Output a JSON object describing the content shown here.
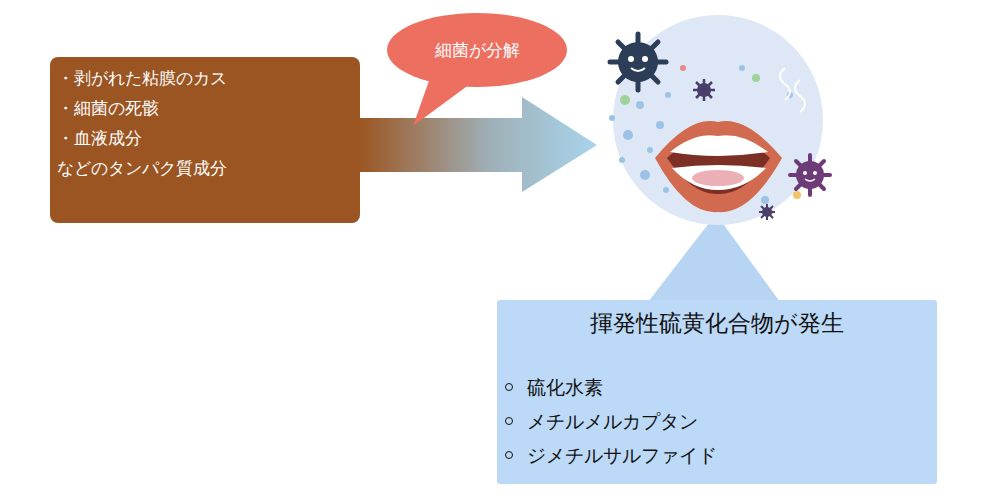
{
  "diagram": {
    "nodes": [
      {
        "text": [
          "・剥がれた粘膜のカス",
          "・細菌の死骸",
          "・血液成分",
          "などのタンパク質成分"
        ]
      },
      {
        "text": [
          "細菌が分解"
        ]
      },
      {
        "text": [
          "揮発性硫黄化合物が発生",
          "硫化水素",
          "メチルメルカプタン",
          "ジメチルサルファイド"
        ]
      }
    ]
  }
}
